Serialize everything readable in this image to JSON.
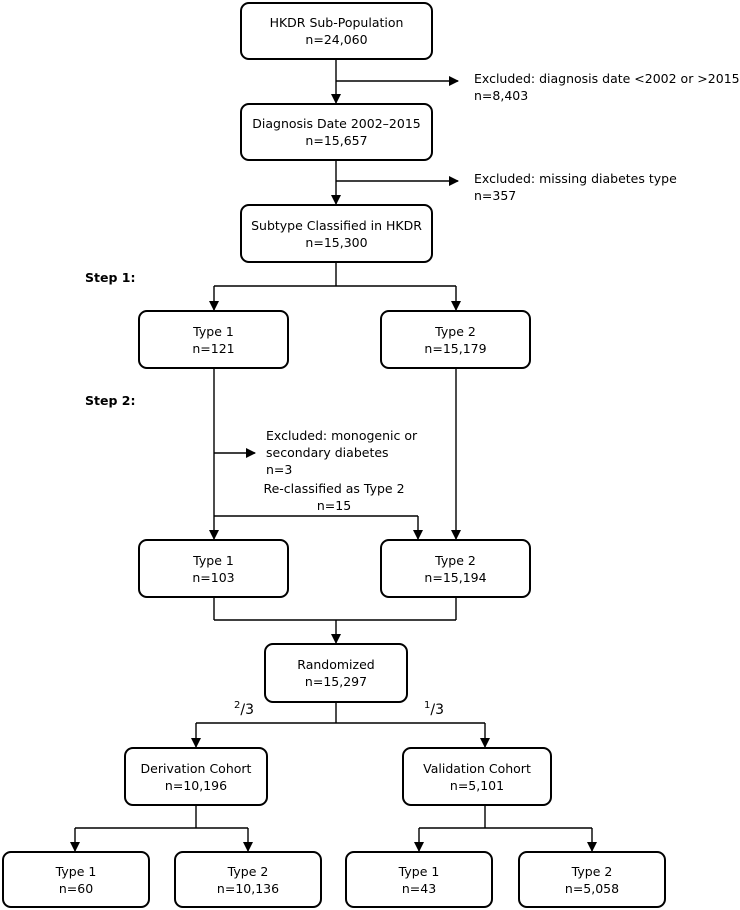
{
  "boxes": {
    "hkdr": {
      "title": "HKDR Sub-Population",
      "n": "n=24,060"
    },
    "diag": {
      "title": "Diagnosis Date 2002–2015",
      "n": "n=15,657"
    },
    "subtype": {
      "title": "Subtype Classified in HKDR",
      "n": "n=15,300"
    },
    "s1_type1": {
      "title": "Type 1",
      "n": "n=121"
    },
    "s1_type2": {
      "title": "Type 2",
      "n": "n=15,179"
    },
    "s2_type1": {
      "title": "Type 1",
      "n": "n=103"
    },
    "s2_type2": {
      "title": "Type 2",
      "n": "n=15,194"
    },
    "randomized": {
      "title": "Randomized",
      "n": "n=15,297"
    },
    "derivation": {
      "title": "Derivation Cohort",
      "n": "n=10,196"
    },
    "validation": {
      "title": "Validation Cohort",
      "n": "n=5,101"
    },
    "der_type1": {
      "title": "Type 1",
      "n": "n=60"
    },
    "der_type2": {
      "title": "Type 2",
      "n": "n=10,136"
    },
    "val_type1": {
      "title": "Type 1",
      "n": "n=43"
    },
    "val_type2": {
      "title": "Type 2",
      "n": "n=5,058"
    }
  },
  "exclusions": {
    "date": {
      "line1": "Excluded: diagnosis date <2002 or >2015",
      "n": "n=8,403"
    },
    "missing": {
      "line1": "Excluded: missing diabetes type",
      "n": "n=357"
    },
    "monogenic": {
      "line1": "Excluded: monogenic or",
      "line2": "secondary diabetes",
      "n": "n=3"
    }
  },
  "reclassified": {
    "line1": "Re-classified as Type 2",
    "n": "n=15"
  },
  "steps": {
    "step1": "Step 1:",
    "step2": "Step 2:"
  },
  "fractions": {
    "derivation": {
      "num": "2",
      "den": "3"
    },
    "validation": {
      "num": "1",
      "den": "3"
    }
  }
}
